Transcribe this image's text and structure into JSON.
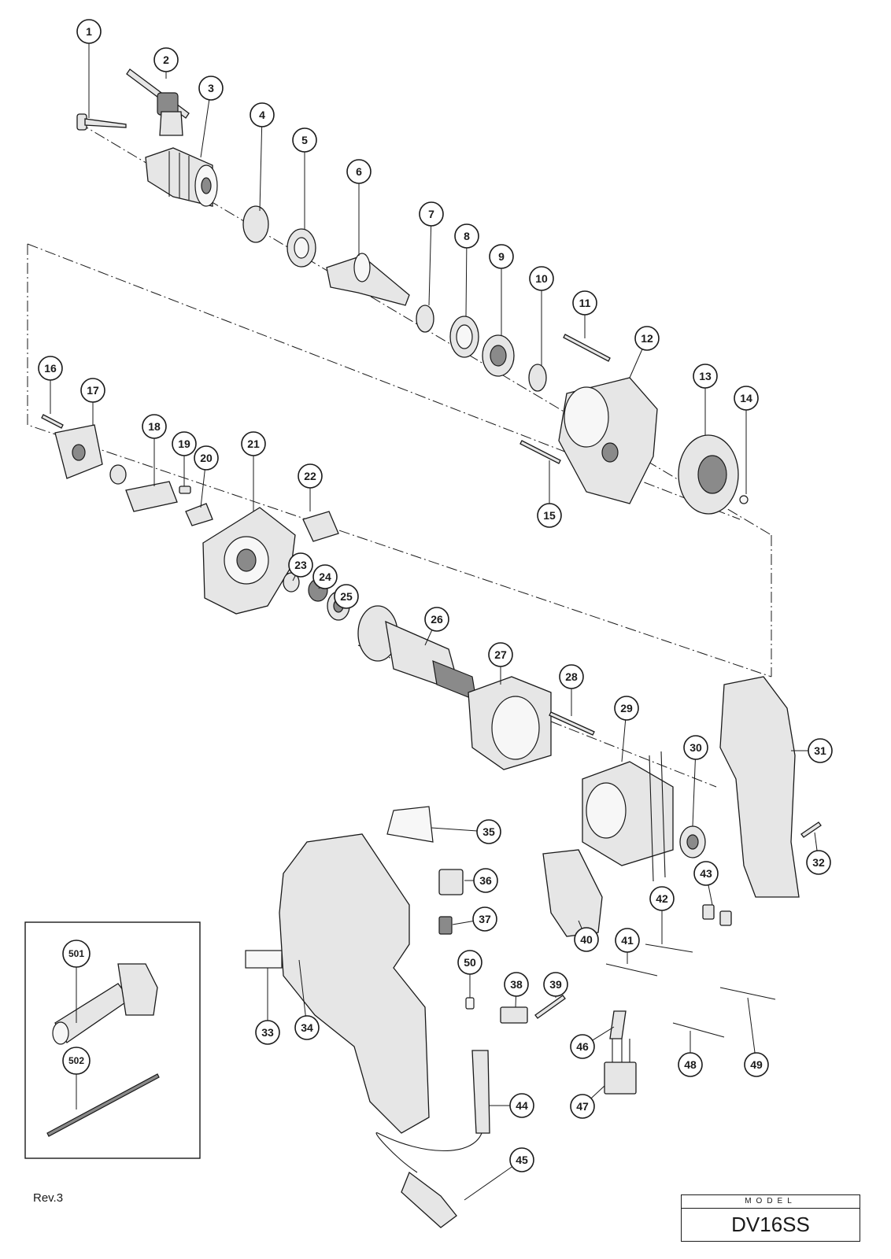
{
  "diagram": {
    "callouts": [
      "1",
      "2",
      "3",
      "4",
      "5",
      "6",
      "7",
      "8",
      "9",
      "10",
      "11",
      "12",
      "13",
      "14",
      "15",
      "16",
      "17",
      "18",
      "19",
      "20",
      "21",
      "22",
      "23",
      "24",
      "25",
      "26",
      "27",
      "28",
      "29",
      "30",
      "31",
      "32",
      "33",
      "34",
      "35",
      "36",
      "37",
      "38",
      "39",
      "40",
      "41",
      "42",
      "43",
      "44",
      "45",
      "46",
      "47",
      "48",
      "49",
      "50",
      "501",
      "502"
    ]
  },
  "footer": {
    "revision": "Rev.3",
    "model_label": "MODEL",
    "model_value": "DV16SS"
  }
}
